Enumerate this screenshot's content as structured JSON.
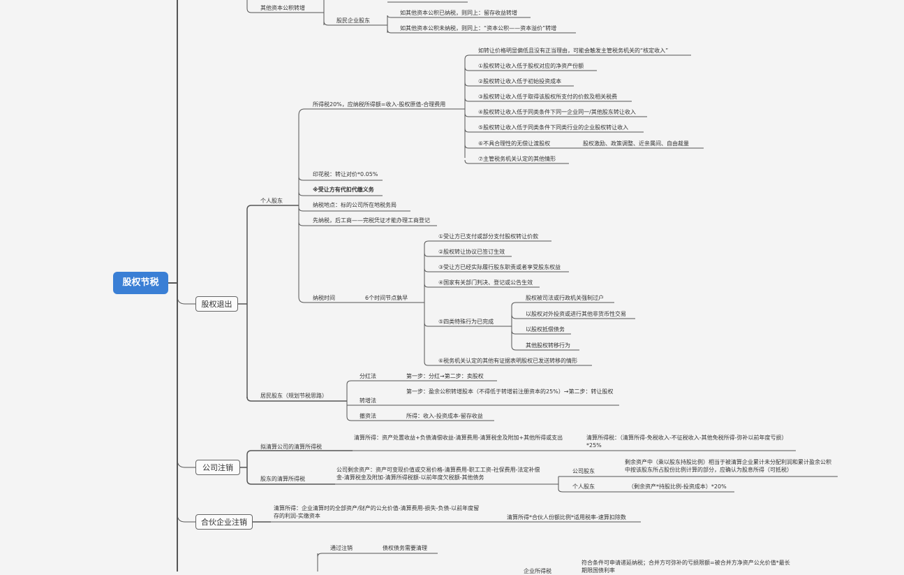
{
  "root": "股权节税",
  "l1": {
    "exit": "股权退出",
    "company_cancel": "公司注销",
    "partnership_cancel": "合伙企业注销"
  },
  "top": {
    "other_capital": "其他资本公积转增",
    "resident_company_holder": "股民企业股东",
    "paid": "如其他资本公积已纳税，则同上：留存收益转增",
    "unpaid": "如其他资本公积未纳税，则同上：“资本公积——资本溢价”转增"
  },
  "individual": {
    "label": "个人股东",
    "income_tax": "所得税20%，应纳税所得额=收入-股权原值-合理费用",
    "low_price": "如转让价格明显偏低且没有正当理由，可能会触发主管税务机关的“核定收入”",
    "items": [
      "①股权转让收入低于股权对应的净资产份额",
      "②股权转让收入低于初始投资成本",
      "③股权转让收入低于取得该股权所支付的价款及相关税费",
      "④股权转让收入低于同类条件下同一企业同一/其他股东转让收入",
      "⑤股权转让收入低于同类条件下同类行业的企业股权转让收入",
      "⑥不具合理性的无偿让渡股权",
      "⑦主管税务机关认定的其他情形"
    ],
    "item6_note": "股权激励、政策调整、近亲属间、自由裁量",
    "stamp": "印花税：转让对价*0.05%",
    "withhold": "※受让方有代扣代缴义务",
    "place": "纳税地点：标的公司所在地税务局",
    "first_tax": "先纳税，后工商——完税凭证才能办理工商登记",
    "tax_time": "纳税时间",
    "six_nodes": "6个时间节点孰早",
    "nodes": [
      "①受让方已支付或部分支付股权转让价款",
      "②股权转让协议已签订生效",
      "③受让方已经实际履行股东职责或者享受股东权益",
      "④国家有关部门判决、登记或公告生效",
      "⑤四类特殊行为已完成",
      "⑥税务机关认定的其他有证据表明股权已发送转移的情形"
    ],
    "special": [
      "股权被司法或行政机关强制过户",
      "以股权对外投资或进行其他非货币性交易",
      "以股权抵偿债务",
      "其他股权转移行为"
    ]
  },
  "resident": {
    "label": "居民股东（规划节税思路）",
    "dividend": "分红法",
    "dividend_step": "第一步：分红→第二步：卖股权",
    "increase": "转增法",
    "increase_step": "第一步：盈余公积转增股本（不得低于转增前注册资本的25%）→第二步：转让股权",
    "capital_cut": "撤资法",
    "capital_cut_step": "所得：收入-投资成本-留存收益"
  },
  "cancel": {
    "liquidation_tax": "拟清算公司的清算所得税",
    "liquidation_income": "清算所得：资产处置收益+负债清偿收益-清算费用-清算税金及附加+其他所得或支出",
    "liquidation_formula": "清算所得税：（清算所得-免税收入-不征税收入-其他免税所得-弥补以前年度亏损）*25%",
    "holder_tax": "股东的清算所得税",
    "remaining_assets": "公司剩余资产：资产可变现价值或交易价格-清算费用-职工工资-社保费用-法定补偿金-清算税金及附加-清算所得税额-以前年度欠税额-其他债务",
    "corp_holder": "公司股东",
    "corp_holder_note": "剩余资产中（乘以股东持股比例）相当于被清算企业累计未分配利润和累计盈余公积中按该股东所占股份比例计算的部分，应确认为股息所得（可抵税）",
    "person_holder": "个人股东",
    "person_holder_note": "（剩余资产*持股比例-投资成本）*20%"
  },
  "partnership": {
    "income": "清算所得：企业清算时的全部资产/财产的公允价值-清算费用-损失-负债-以前年度留存的利润-实缴资本",
    "formula": "清算所得*合伙人份额比例*适用税率-速算扣除数"
  },
  "bottom": {
    "pass_cancel": "通过注销",
    "debt": "债权债务需要清理",
    "enterprise_tax": "企业所得税",
    "merge_note": "符合条件可申请递延纳税；合并方可弥补的亏损限额=被合并方净资产公允价值*最长期限国债利率"
  }
}
